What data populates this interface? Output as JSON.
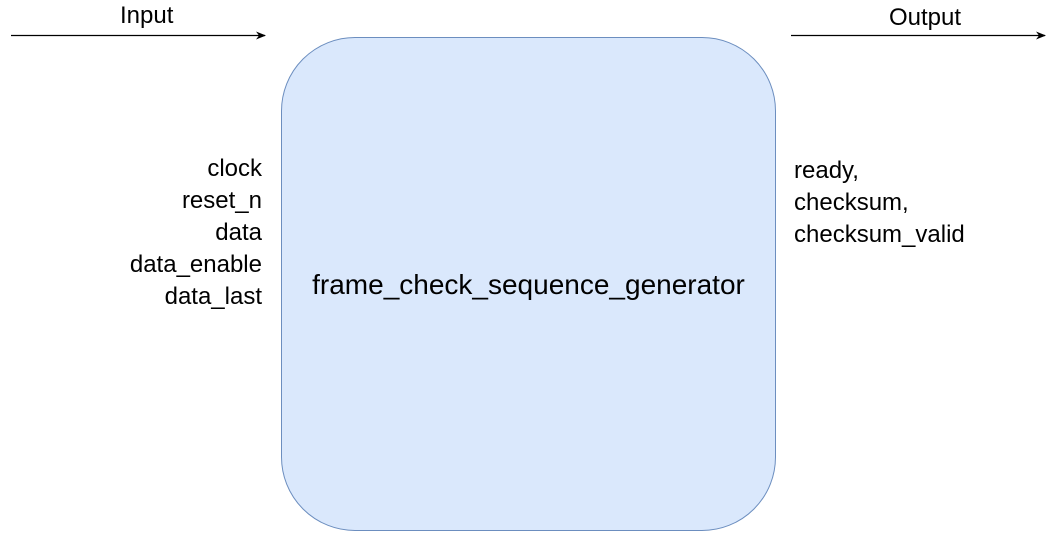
{
  "diagram": {
    "input_title": "Input",
    "output_title": "Output",
    "block_label": "frame_check_sequence_generator",
    "inputs": [
      "clock",
      "reset_n",
      "data",
      "data_enable",
      "data_last"
    ],
    "outputs": [
      "ready,",
      "checksum,",
      "checksum_valid"
    ],
    "colors": {
      "block_fill": "#dae8fc",
      "block_stroke": "#6c8ebf",
      "arrow": "#000000"
    }
  }
}
